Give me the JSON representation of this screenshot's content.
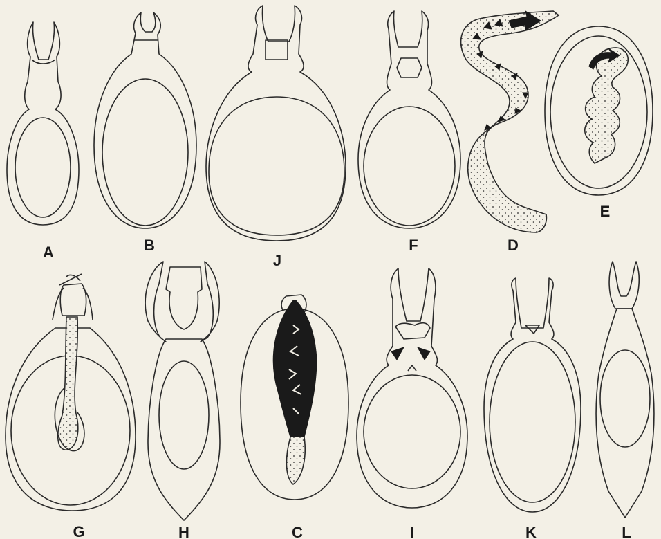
{
  "figure": {
    "labels": {
      "A": "A",
      "B": "B",
      "J": "J",
      "F": "F",
      "D": "D",
      "E": "E",
      "G": "G",
      "H": "H",
      "C": "C",
      "I": "I",
      "K": "K",
      "L": "L"
    },
    "colors": {
      "paper": "#f3f0e6",
      "ink": "#1a1a1a"
    }
  }
}
